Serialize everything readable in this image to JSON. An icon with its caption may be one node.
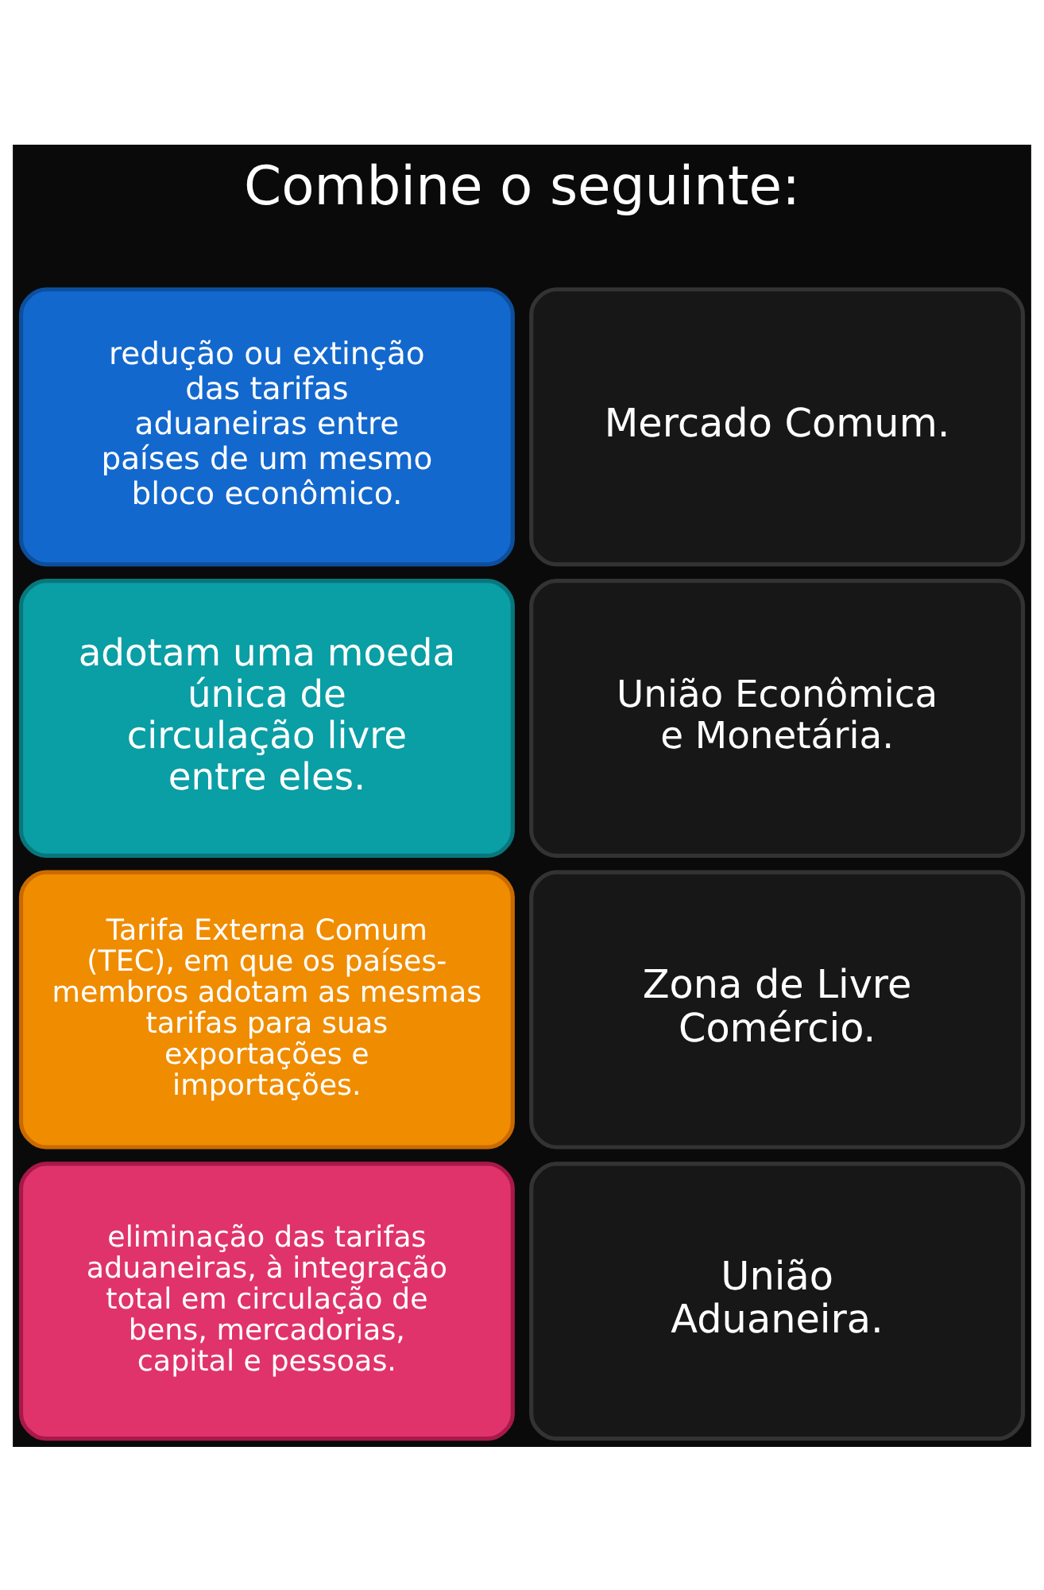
{
  "diagram": {
    "title": "Combine o seguinte:",
    "nodes": [
      {
        "text": [
          "redução ou extinção das tarifas aduaneiras entre países de um mesmo bloco econômico."
        ]
      },
      {
        "text": [
          "Mercado Comum."
        ]
      },
      {
        "text": [
          "adotam uma moeda única de circulação livre entre eles."
        ]
      },
      {
        "text": [
          "União Econômica e Monetária."
        ]
      },
      {
        "text": [
          "Tarifa Externa Comum (TEC), em que os países-membros adotam as mesmas tarifas para suas exportações e importações."
        ]
      },
      {
        "text": [
          "Zona de Livre Comércio."
        ]
      },
      {
        "text": [
          "eliminação das tarifas aduaneiras, à integração total em circulação de bens, mercadorias, capital e pessoas."
        ]
      },
      {
        "text": [
          "União Aduaneira."
        ]
      }
    ]
  }
}
